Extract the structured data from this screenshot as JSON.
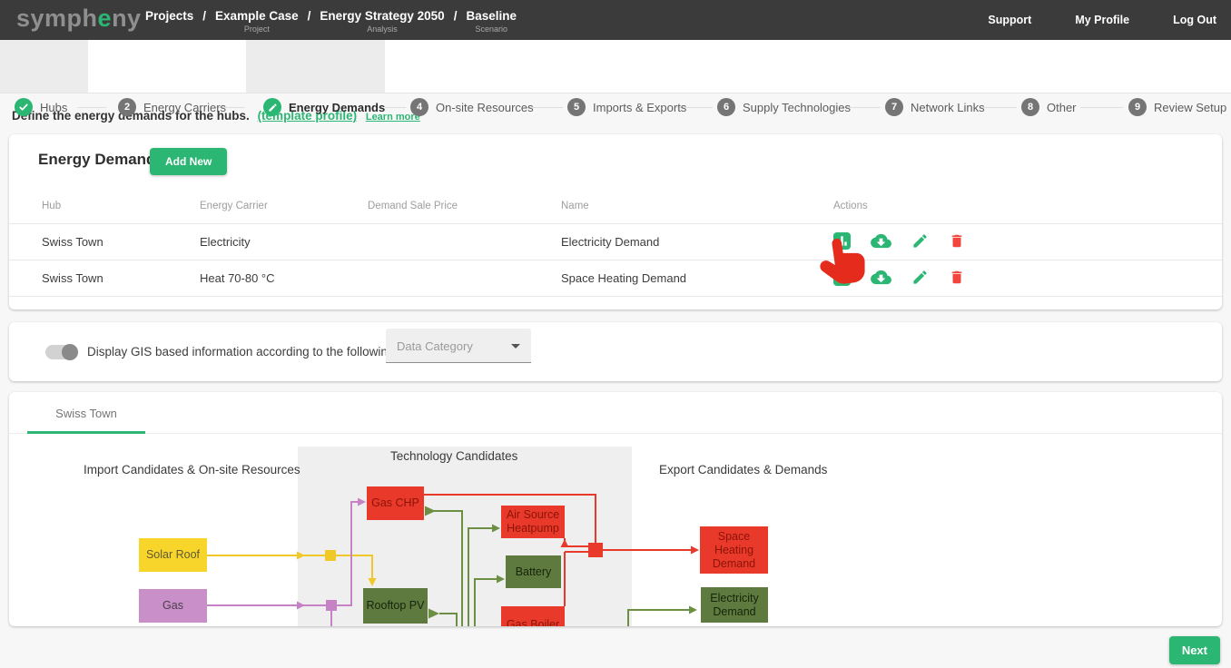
{
  "header": {
    "logo": {
      "pre": "symph",
      "accent": "e",
      "post": "ny"
    },
    "breadcrumb": {
      "separator": "/",
      "items": [
        {
          "label": "Projects",
          "sub": ""
        },
        {
          "label": "Example Case",
          "sub": "Project"
        },
        {
          "label": "Energy Strategy 2050",
          "sub": "Analysis"
        },
        {
          "label": "Baseline",
          "sub": "Scenario"
        }
      ]
    },
    "nav": {
      "support": "Support",
      "profile": "My Profile",
      "logout": "Log Out"
    }
  },
  "stepper": {
    "steps": [
      {
        "label": "Hubs",
        "number": "",
        "state": "completed",
        "icon": "check-icon"
      },
      {
        "label": "Energy Carriers",
        "number": "2",
        "state": "pending"
      },
      {
        "label": "Energy Demands",
        "number": "",
        "state": "active",
        "icon": "pencil-icon"
      },
      {
        "label": "On-site Resources",
        "number": "4",
        "state": "pending"
      },
      {
        "label": "Imports & Exports",
        "number": "5",
        "state": "pending"
      },
      {
        "label": "Supply Technologies",
        "number": "6",
        "state": "pending"
      },
      {
        "label": "Network Links",
        "number": "7",
        "state": "pending"
      },
      {
        "label": "Other",
        "number": "8",
        "state": "pending"
      },
      {
        "label": "Review Setup",
        "number": "9",
        "state": "pending"
      }
    ]
  },
  "intro": {
    "text": "Define the energy demands for the hubs.",
    "template_link": "(template profile)",
    "learn_more": "Learn more"
  },
  "demands": {
    "title": "Energy Demands",
    "add_button": "Add New",
    "columns": [
      "Hub",
      "Energy Carrier",
      "Demand Sale Price",
      "Name",
      "Actions"
    ],
    "action_icons": [
      "demand-profile-chart",
      "cloud-download",
      "edit-pencil",
      "delete-trash"
    ],
    "rows": [
      {
        "hub": "Swiss Town",
        "carrier": "Electricity",
        "price": "",
        "name": "Electricity Demand"
      },
      {
        "hub": "Swiss Town",
        "carrier": "Heat 70-80 °C",
        "price": "",
        "name": "Space Heating Demand"
      }
    ]
  },
  "gis": {
    "toggle_state": "off",
    "label": "Display GIS based information according to the following categories:",
    "dropdown_placeholder": "Data Category"
  },
  "diagram": {
    "tab": "Swiss Town",
    "left_heading": "Import Candidates & On-site Resources",
    "middle_heading": "Technology Candidates",
    "right_heading": "Export Candidates & Demands",
    "nodes": {
      "gas_chp": "Gas CHP",
      "air_source_heatpump": "Air Source Heatpump",
      "battery": "Battery",
      "rooftop_pv": "Rooftop PV",
      "gas_boiler": "Gas Boiler",
      "solar_roof": "Solar Roof",
      "gas": "Gas",
      "space_heating_demand": "Space Heating Demand",
      "electricity_demand": "Electricity Demand"
    }
  },
  "footer": {
    "next_button": "Next"
  },
  "colors": {
    "header_bg": "#3b3b3b",
    "accent_green": "#2bb673",
    "danger_red": "#f1453d",
    "node_red": "#e8392b",
    "node_olive": "#5f7a3e",
    "node_yellow": "#f8d52b",
    "node_plum": "#c98fc9",
    "line_green": "#6d8f44",
    "line_yellow": "#f0c929",
    "line_purple": "#c583c5"
  }
}
